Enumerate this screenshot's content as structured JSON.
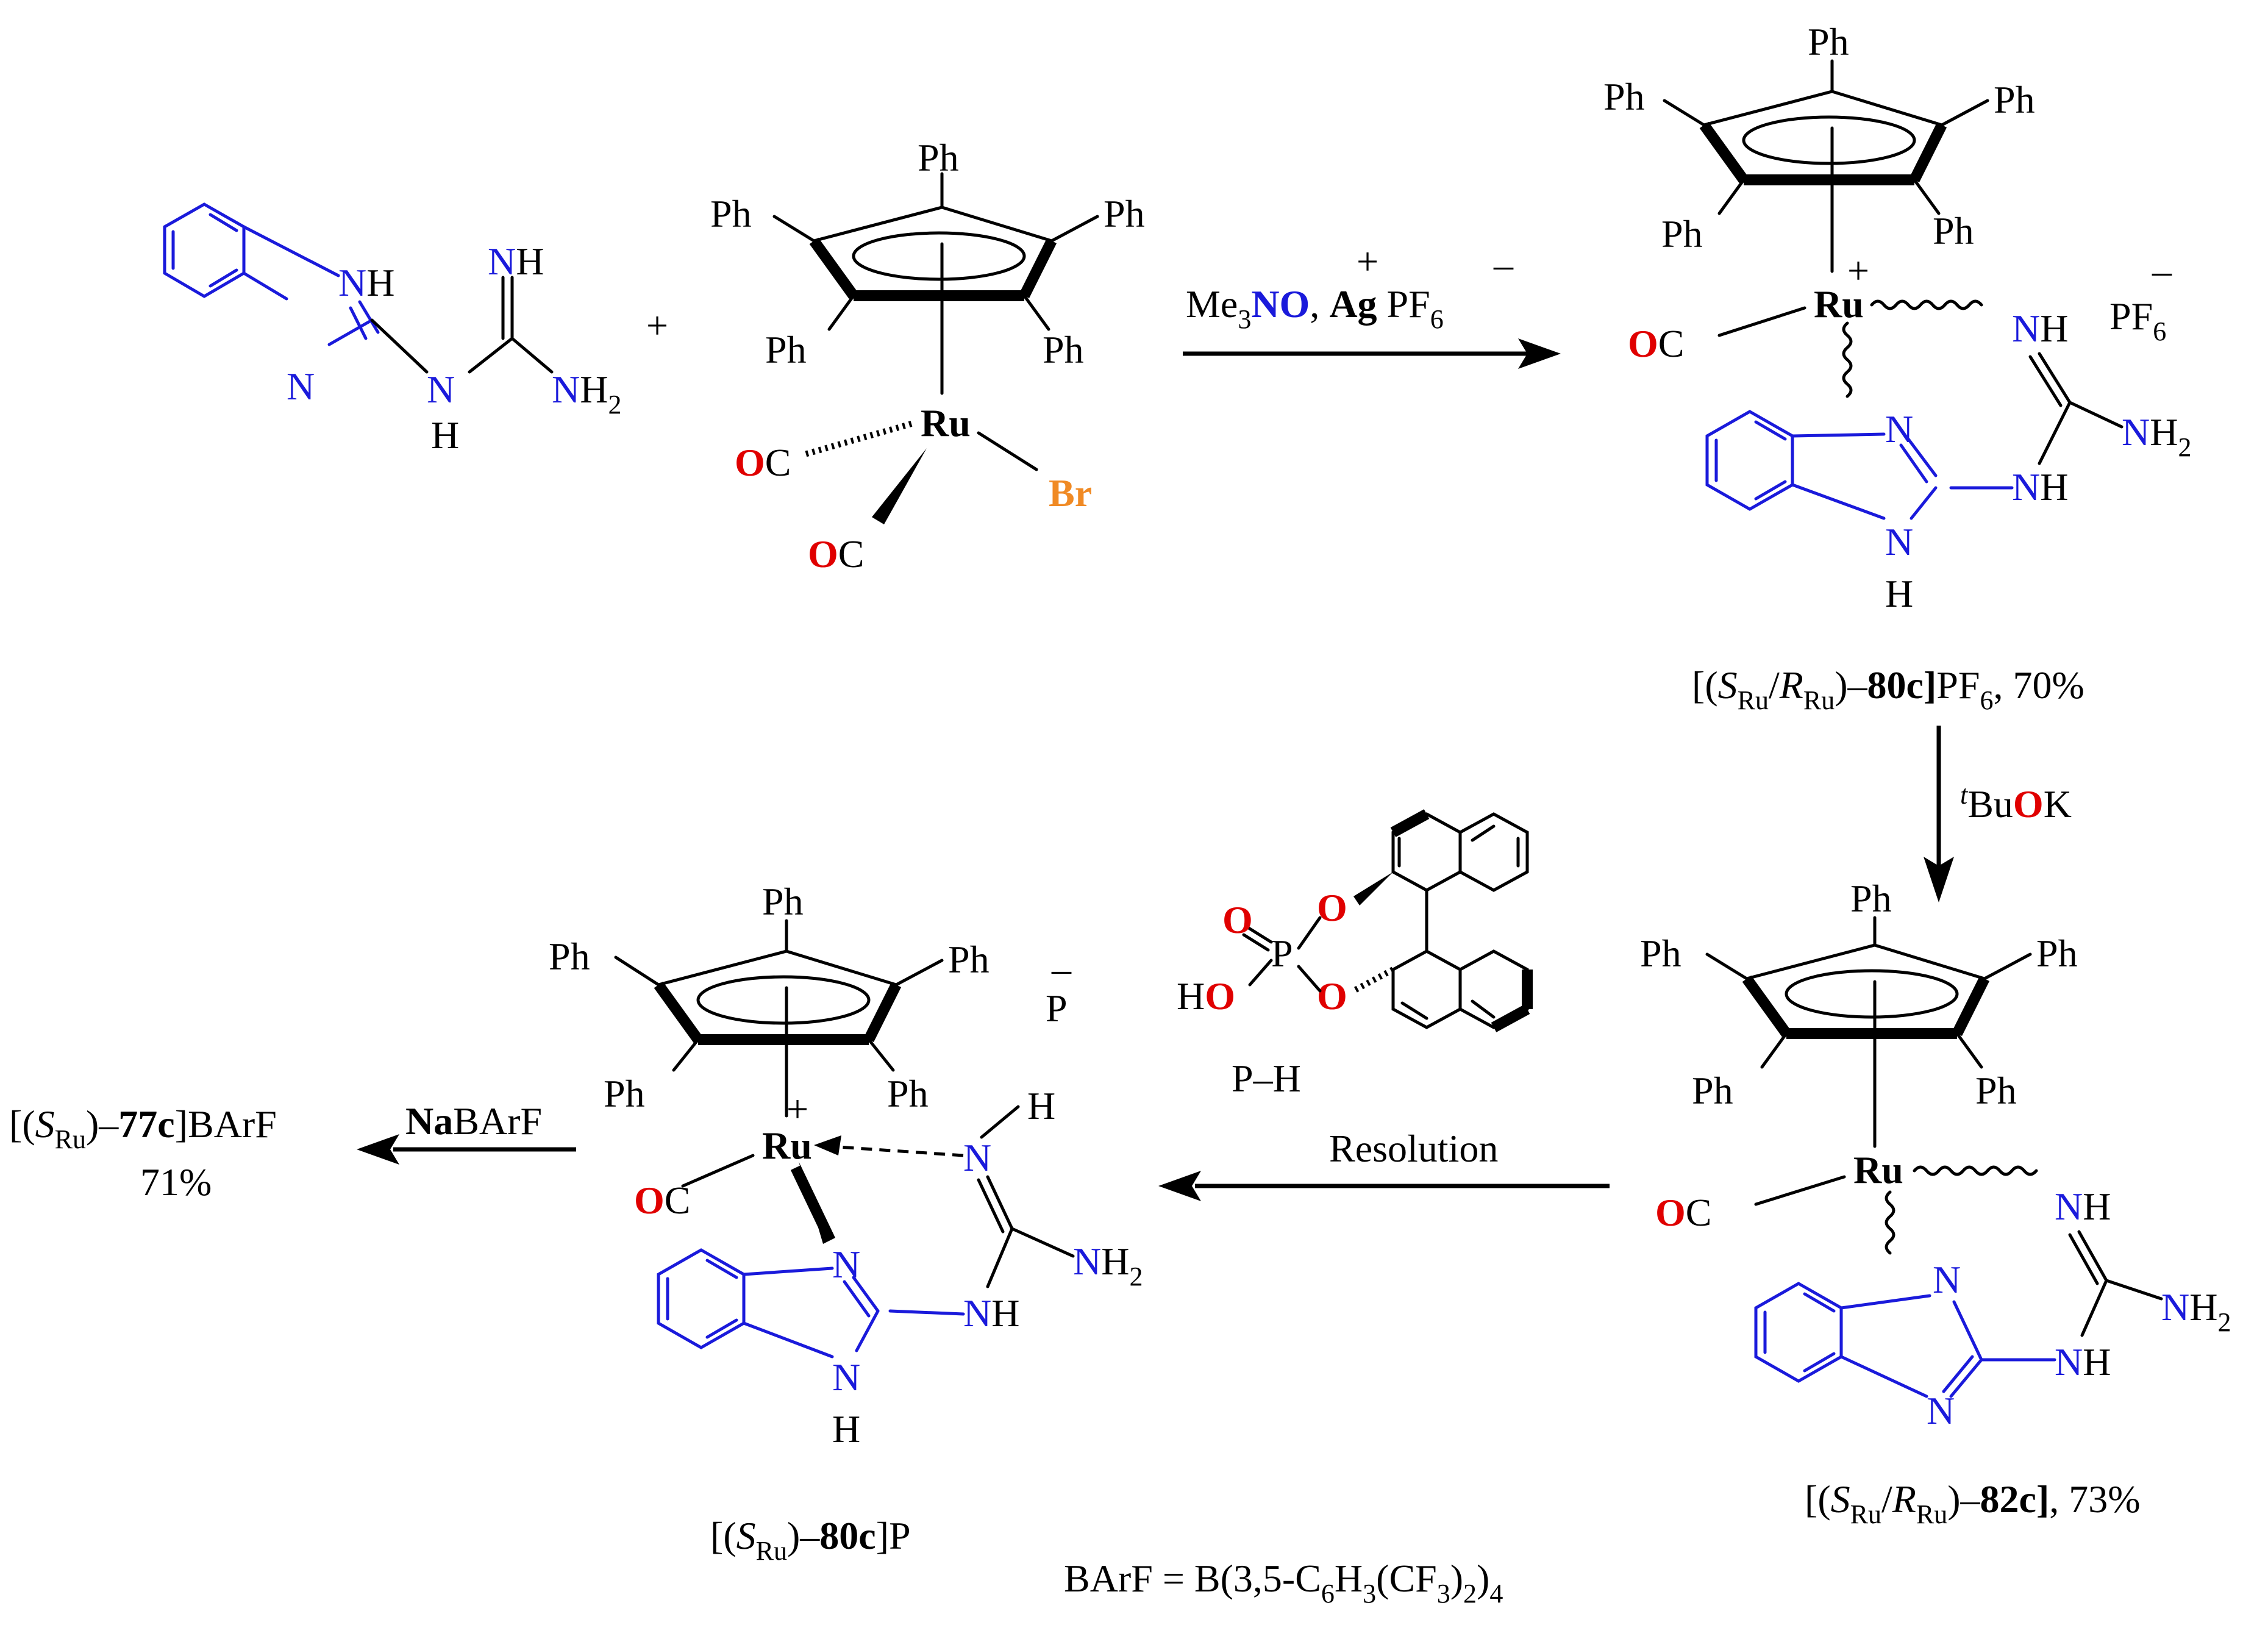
{
  "labels": {
    "ph": "Ph",
    "ru": "Ru",
    "br": "Br",
    "oc_o": "O",
    "oc_c": "C",
    "n": "N",
    "nh": "NH",
    "nh2_n": "N",
    "nh2_h": "H",
    "h": "H",
    "plus": "+",
    "minus": "–",
    "pf": "PF",
    "six": "6",
    "two": "2",
    "p_anion": "P",
    "p_atom": "P",
    "o_atom": "O",
    "ho_h": "H",
    "ho_o": "O"
  },
  "reagents": {
    "step1_me": "Me",
    "step1_3": "3",
    "step1_no": "NO",
    "step1_comma": ", ",
    "step1_ag": "Ag",
    "step1_pf": " PF",
    "step1_6": "6",
    "step2_t": "t",
    "step2_bu": "Bu",
    "step2_o": "O",
    "step2_k": "K",
    "step3_ph": "P–H",
    "step3_resolution": "Resolution",
    "step4_na": "Na",
    "step4_barf": "BArF"
  },
  "compounds": {
    "c80c_pf6": {
      "open": "[(",
      "s": "S",
      "ru1": "Ru",
      "slash": "/",
      "r": "R",
      "ru2": "Ru",
      "close": ")–",
      "num": "80c]",
      "tail": "PF",
      "six": "6",
      "yield": ", 70%"
    },
    "c82c": {
      "open": "[(",
      "s": "S",
      "ru1": "Ru",
      "slash": "/",
      "r": "R",
      "ru2": "Ru",
      "close": ")–",
      "num": "82c]",
      "yield": ", 73%"
    },
    "c80c_p": {
      "open": "[(",
      "s": "S",
      "ru": "Ru",
      "close": ")–",
      "num": "80c",
      "tail": "]P"
    },
    "c77c": {
      "open": "[(",
      "s": "S",
      "ru": "Ru",
      "close": ")–",
      "num": "77c",
      "tail": "]BArF",
      "yield": "71%"
    }
  },
  "footnote": {
    "pre": "BArF = B(3,5-C",
    "s6": "6",
    "h": "H",
    "s3a": "3",
    "cf": "(CF",
    "s3b": "3",
    "cl": ")",
    "s2": "2",
    "cl2": ")",
    "s4": "4"
  },
  "colors": {
    "nitrogen": "#1a1adb",
    "oxygen": "#e00000",
    "bromine": "#f08a24",
    "ink": "#000000"
  }
}
